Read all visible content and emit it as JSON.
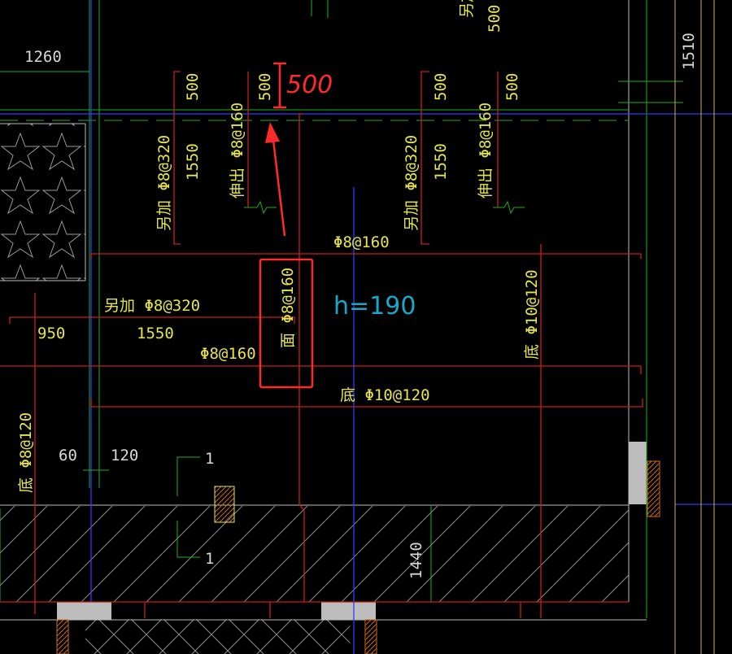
{
  "dims": {
    "d1260": "1260",
    "d1510": "1510",
    "d500_top": "500",
    "d500_a": "500",
    "d500_b": "500",
    "d500_c": "500",
    "d500_d": "500",
    "d1550_a": "1550",
    "d1550_b": "1550",
    "d1550_c": "1550",
    "d950": "950",
    "d60": "60",
    "d120": "120",
    "d1440": "1440",
    "sec1_top": "1",
    "sec1_bot": "1"
  },
  "rebar": {
    "top_extra": "另加",
    "extra_a": "另加 Φ8@320",
    "shen_a": "伸出 Φ8@160",
    "extra_b": "另加 Φ8@320",
    "shen_b": "伸出 Φ8@160",
    "top_h": "Φ8@160",
    "left_extra": "另加 Φ8@320",
    "mid_h": "Φ8@160",
    "face_v": "面 Φ8@160",
    "bot_h": "底 Φ10@120",
    "right_v": "底 Φ10@120",
    "left_v": "底 Φ8@120"
  },
  "slab": {
    "thickness": "h=190"
  },
  "markup": {
    "handwritten": "500"
  },
  "colors": {
    "rebar_red": "#c81e1e",
    "text_yellow": "#e6e64c",
    "axis_blue": "#2a3cff",
    "dash_green": "#1fae1f",
    "markup_red": "#ff2a2a",
    "slab_cyan": "#19a8c8"
  }
}
